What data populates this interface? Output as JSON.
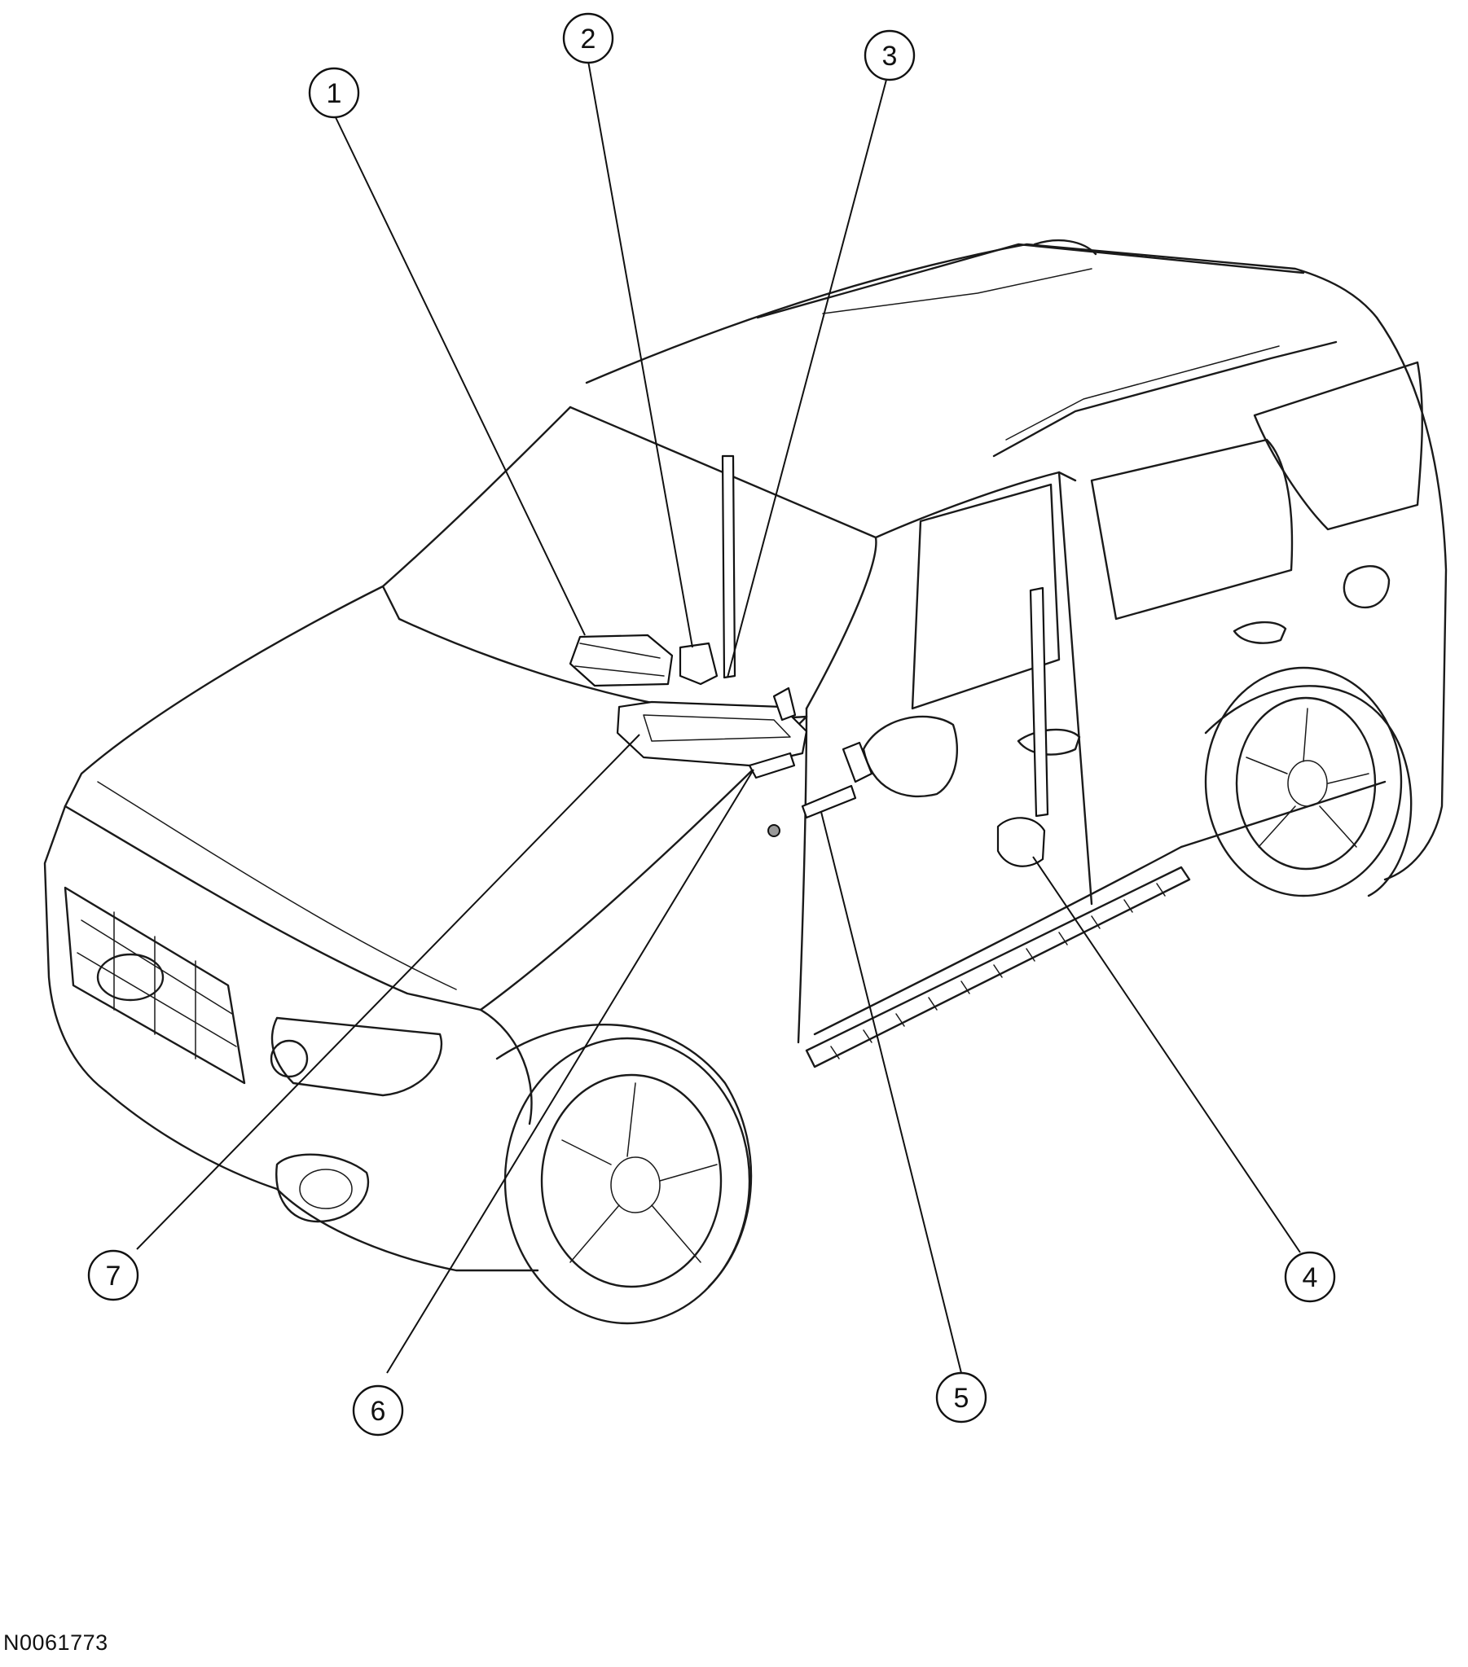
{
  "figure_id": "N0061773",
  "callouts": [
    {
      "label": "1"
    },
    {
      "label": "2"
    },
    {
      "label": "3"
    },
    {
      "label": "4"
    },
    {
      "label": "5"
    },
    {
      "label": "6"
    },
    {
      "label": "7"
    }
  ],
  "colors": {
    "line": "#111111",
    "background": "#ffffff"
  }
}
